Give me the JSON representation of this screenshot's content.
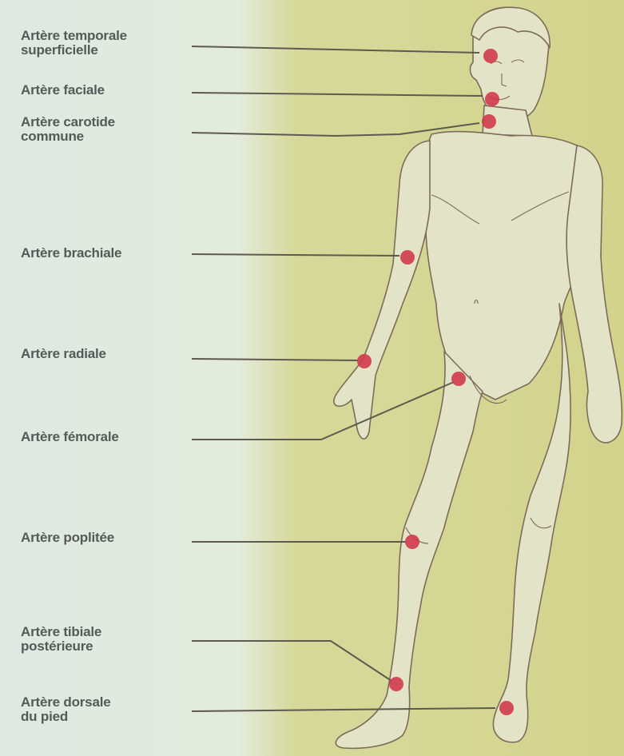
{
  "diagram": {
    "colors": {
      "background_left": "#dfe8e2",
      "background_right": "#d2d48c",
      "body_fill": "#e3e4c7",
      "outline": "#7d6b5a",
      "leader_line": "#5e5a4f",
      "pulse_point": "#d0394c",
      "label_text": "#555a58"
    },
    "labels": [
      {
        "id": "temporale",
        "line1": "Artère temporale",
        "line2": "superficielle"
      },
      {
        "id": "faciale",
        "line1": "Artère faciale",
        "line2": ""
      },
      {
        "id": "carotide",
        "line1": "Artère carotide",
        "line2": "commune"
      },
      {
        "id": "brachiale",
        "line1": "Artère brachiale",
        "line2": ""
      },
      {
        "id": "radiale",
        "line1": "Artère radiale",
        "line2": ""
      },
      {
        "id": "femorale",
        "line1": "Artère fémorale",
        "line2": ""
      },
      {
        "id": "poplitee",
        "line1": "Artère poplitée",
        "line2": ""
      },
      {
        "id": "tibiale",
        "line1": "Artère tibiale",
        "line2": "postérieure"
      },
      {
        "id": "dorsale",
        "line1": "Artère dorsale",
        "line2": "du pied"
      }
    ]
  }
}
